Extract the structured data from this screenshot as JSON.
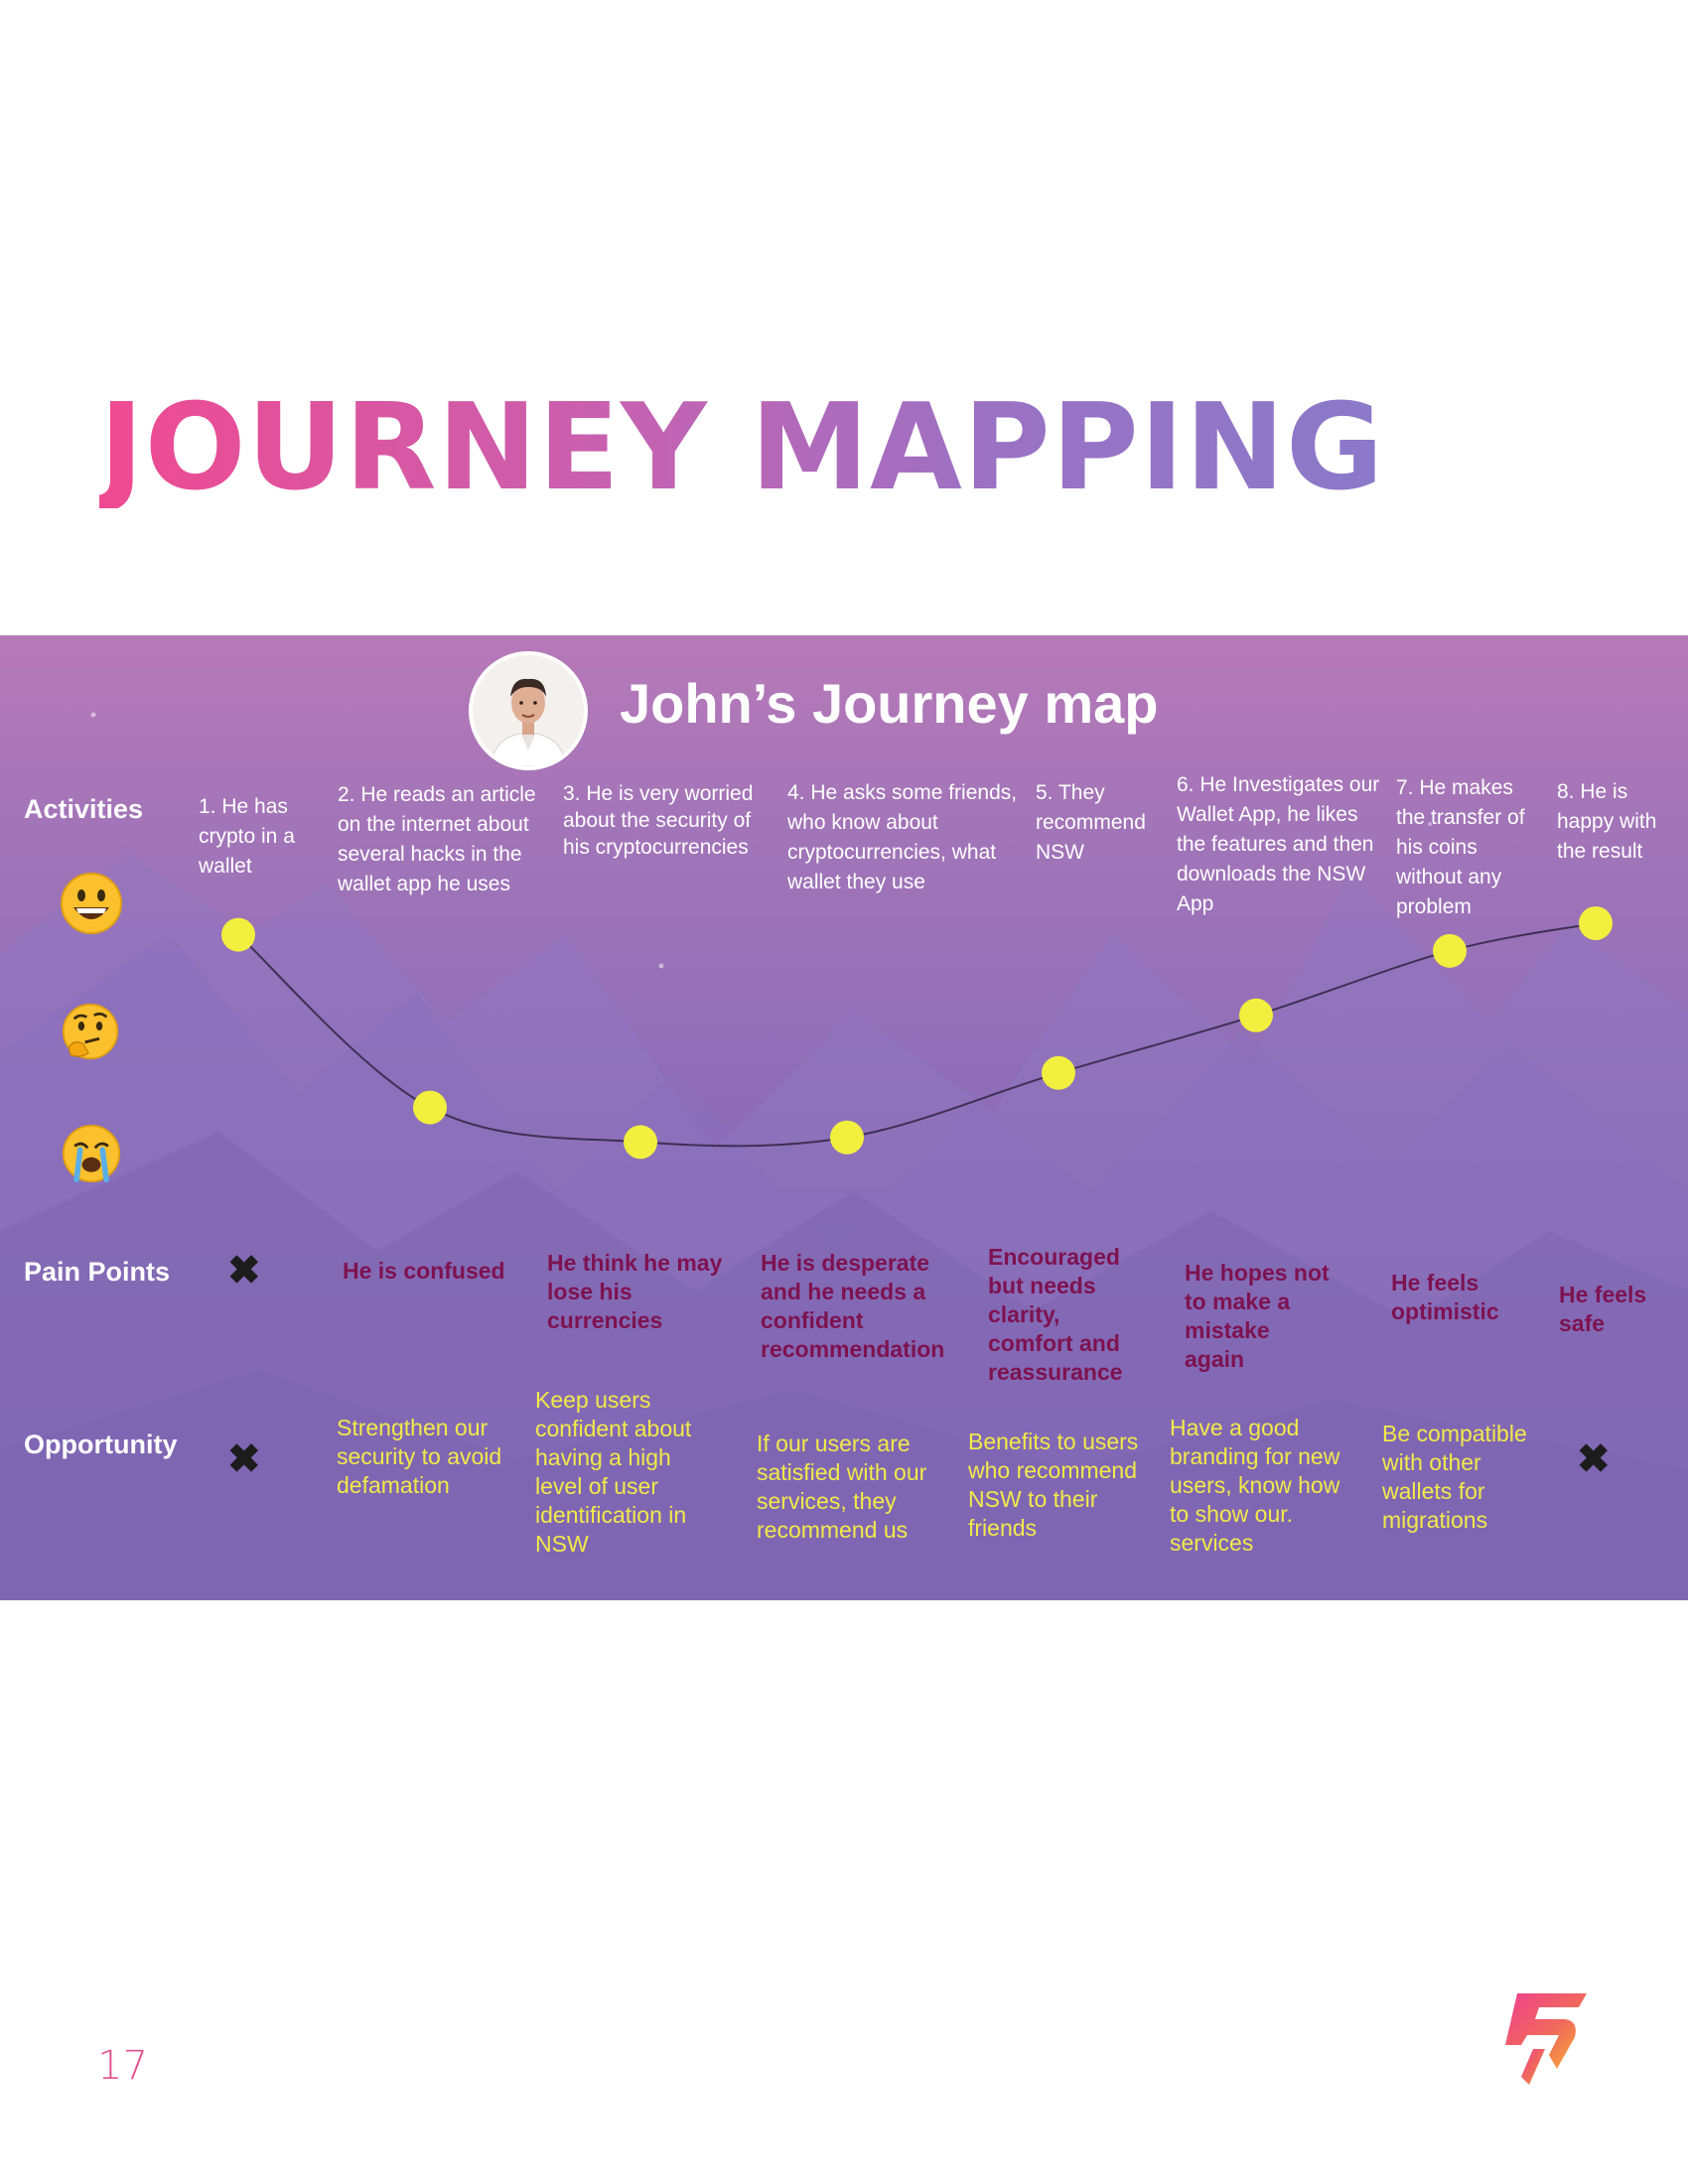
{
  "page": {
    "title": "JOURNEY MAPPING",
    "page_number": "17"
  },
  "journey_map": {
    "title": "John’s Journey map",
    "rows": {
      "activities": "Activities",
      "pain_points": "Pain Points",
      "opportunity": "Opportunity"
    },
    "emotion_icons": [
      "grinning-face-icon",
      "thinking-face-icon",
      "crying-face-icon"
    ],
    "emotion_levels": [
      "happy",
      "thinking",
      "sad"
    ],
    "stages": [
      {
        "activity": "1. He has crypto in a wallet",
        "pain": "",
        "opportunity": "",
        "pain_mark": "x-icon",
        "opportunity_mark": "x-icon",
        "satisfaction": 0.95
      },
      {
        "activity": "2. He reads an article on the internet about several hacks in the wallet app he uses",
        "pain": "He is confused",
        "opportunity": "Strengthen our security to avoid defamation",
        "satisfaction": 0.2
      },
      {
        "activity": "3. He is very worried about the security of his cryptocurrencies",
        "pain": "He think he may lose his currencies",
        "opportunity": "Keep users confident about having a high level of user identification in NSW",
        "satisfaction": 0.05
      },
      {
        "activity": "4. He asks some friends, who know about cryptocurrencies, what wallet they use",
        "pain": "He is desperate and he needs a confident recommendation",
        "opportunity": "If our users are satisfied with our services, they recommend us",
        "satisfaction": 0.07
      },
      {
        "activity": "5. They recommend NSW",
        "pain": "Encouraged but needs clarity, comfort and reassurance",
        "opportunity": "Benefits to users who recommend NSW to their friends",
        "satisfaction": 0.35
      },
      {
        "activity": "6. He Investigates our Wallet App, he likes the features and then downloads the NSW App",
        "pain": "He hopes not to make a mistake again",
        "opportunity": "Have a good branding for new users, know how to show our. services",
        "satisfaction": 0.6
      },
      {
        "activity": "7. He makes the transfer of his coins without any problem",
        "pain": "He feels optimistic",
        "opportunity": "Be compatible with other wallets for migrations",
        "satisfaction": 0.88
      },
      {
        "activity": "8. He is happy with the result",
        "pain": "He feels safe",
        "opportunity": "",
        "opportunity_mark": "x-icon",
        "satisfaction": 1.0
      }
    ],
    "colors": {
      "point": "#f2ef3f",
      "pain_text": "#7e1250",
      "opportunity_text": "#f2e94a"
    }
  }
}
